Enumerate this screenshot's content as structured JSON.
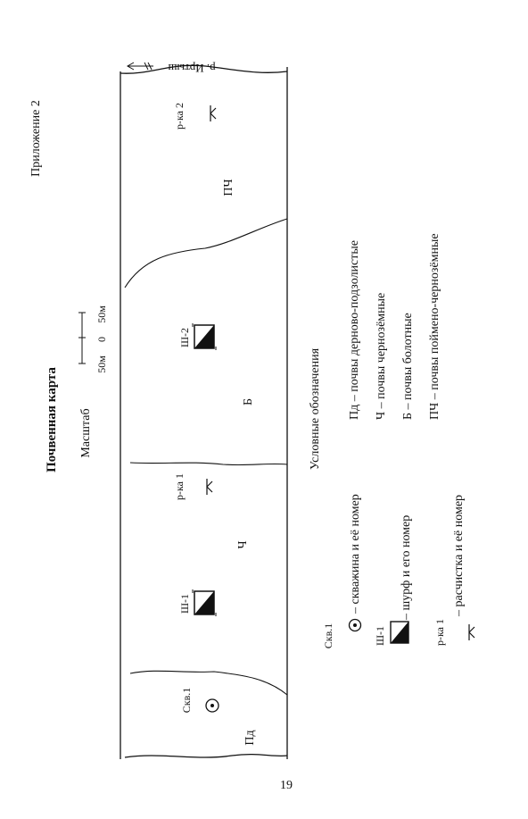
{
  "header": {
    "appendix": "Приложение 2",
    "title": "Почвенная карта",
    "scale_label": "Масштаб",
    "scale_left": "50м",
    "scale_zero": "0",
    "scale_right": "50м"
  },
  "map": {
    "river": "р. Иртыш",
    "zones": {
      "pd": "Пд",
      "ch": "Ч",
      "b": "Б",
      "pch": "ПЧ"
    },
    "features": {
      "well_1": "Скв.1",
      "pit_1": "Ш-1",
      "pit_2": "Ш-2",
      "clearing_1": "р-ка 1",
      "clearing_2": "р-ка 2"
    }
  },
  "legend": {
    "title": "Условные обозначения",
    "symbols": [
      {
        "label": "Скв.1",
        "text": "– скважина и её номер"
      },
      {
        "label": "Ш-1",
        "text": "– шурф и его номер"
      },
      {
        "label": "р-ка 1",
        "text": "– расчистка и её номер"
      }
    ],
    "soils": [
      "Пд – почвы дерново-подзолистые",
      "Ч – почвы чернозёмные",
      "Б – почвы болотные",
      "ПЧ – почвы поймено-чернозёмные"
    ]
  },
  "footer": {
    "page_number": "19"
  }
}
